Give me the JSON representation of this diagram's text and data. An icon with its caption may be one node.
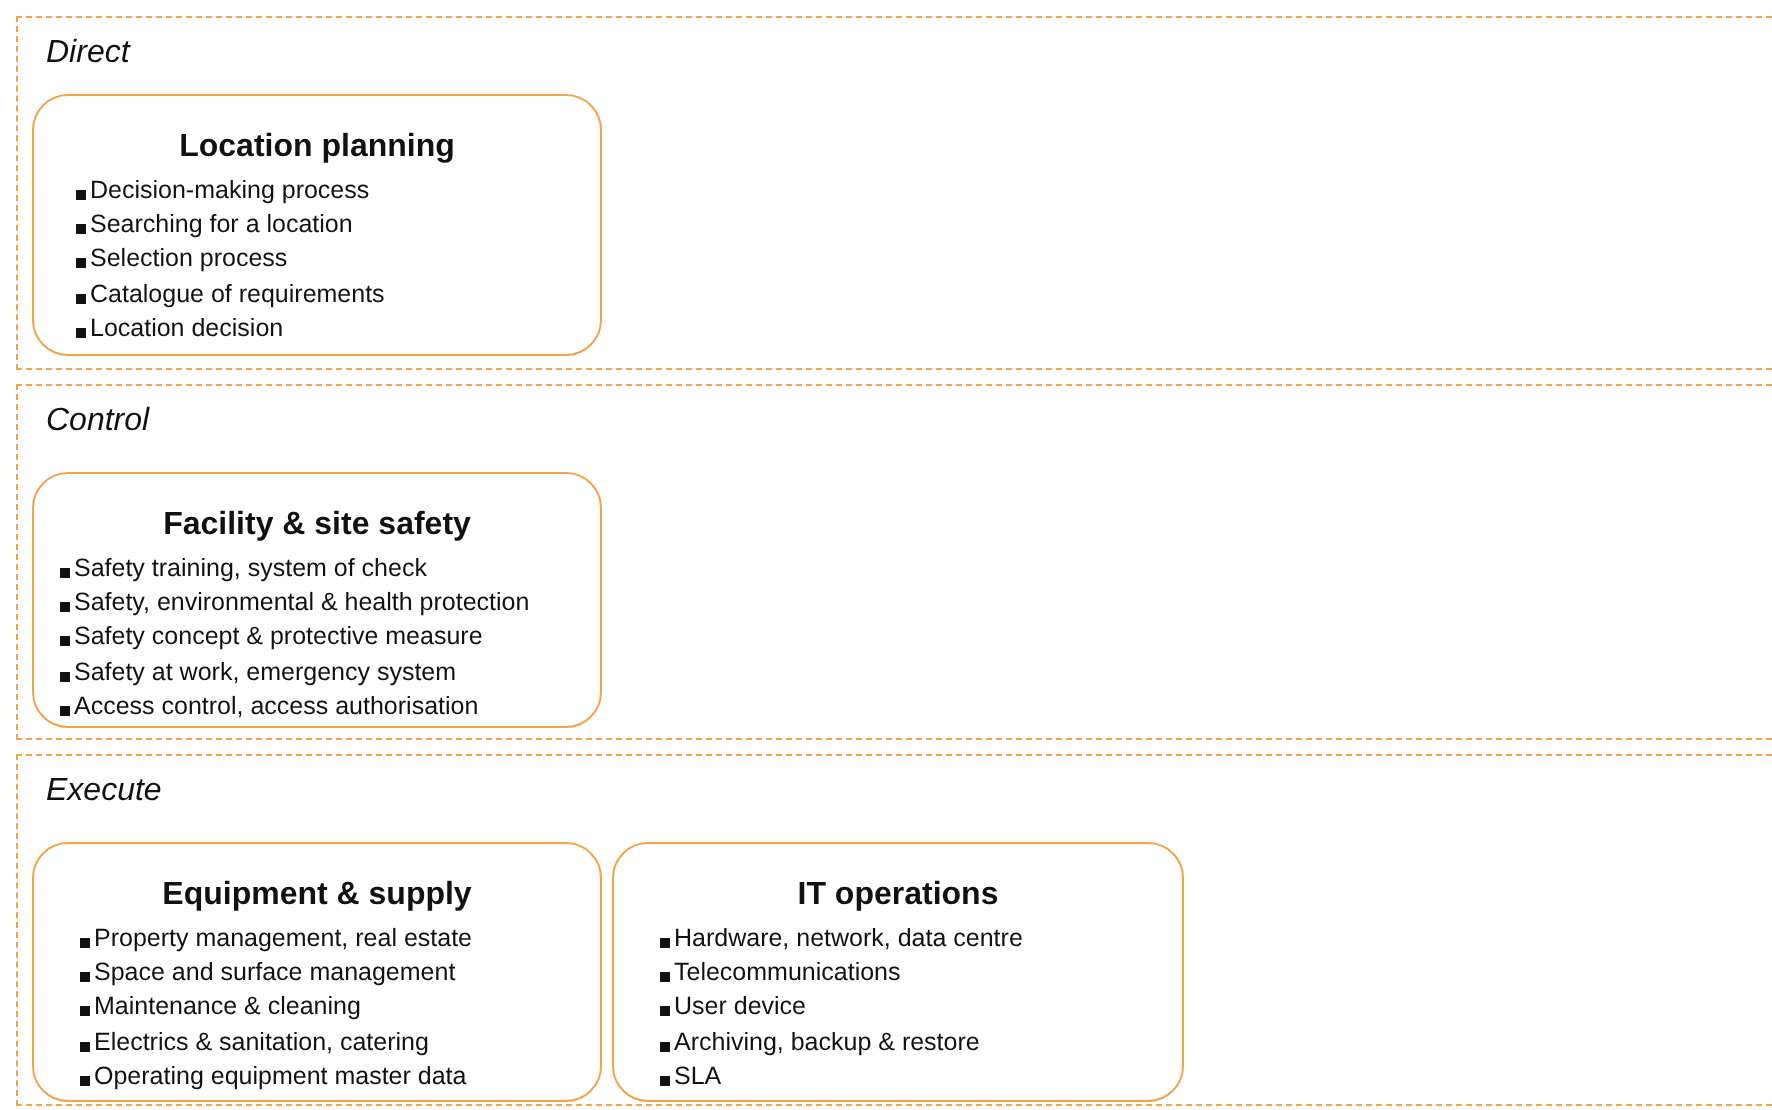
{
  "diagram": {
    "nodes": [
      {
        "text": [
          "Direct"
        ]
      },
      {
        "text": [
          "Location planning",
          "Decision-making process",
          "Searching for a location",
          "Selection process",
          "Catalogue of requirements",
          "Location decision"
        ],
        "in": 0
      },
      {
        "text": [
          "Control"
        ]
      },
      {
        "text": [
          "Facility & site safety",
          "Safety training, system of check",
          "Safety, environmental & health protection",
          "Safety concept & protective measure",
          "Safety at work, emergency system",
          "Access control, access authorisation"
        ],
        "in": 2
      },
      {
        "text": [
          "Execute"
        ]
      },
      {
        "text": [
          "Equipment & supply",
          "Property management, real estate",
          "Space and surface management",
          "Maintenance & cleaning",
          "Electrics & sanitation, catering",
          "Operating equipment master data"
        ],
        "in": 4
      },
      {
        "text": [
          "IT operations",
          "Hardware, network, data centre",
          "Telecommunications",
          "User device",
          "Archiving, backup & restore",
          "SLA"
        ],
        "in": 4
      }
    ]
  }
}
